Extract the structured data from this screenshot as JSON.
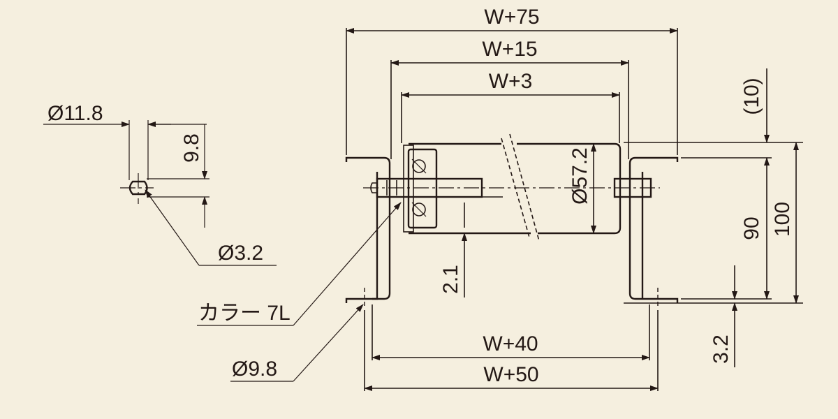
{
  "drawing": {
    "line_color": "#231815",
    "background": "#f5efdf"
  },
  "dimensions": {
    "w75": "W+75",
    "w15": "W+15",
    "w3": "W+3",
    "w40": "W+40",
    "w50": "W+50",
    "d57": "Ø57.2",
    "h10": "(10)",
    "h90": "90",
    "h100": "100",
    "t32": "3.2",
    "t21": "2.1",
    "d118": "Ø11.8",
    "h98": "9.8",
    "d32": "Ø3.2",
    "collar": "カラー 7L",
    "d98": "Ø9.8"
  }
}
